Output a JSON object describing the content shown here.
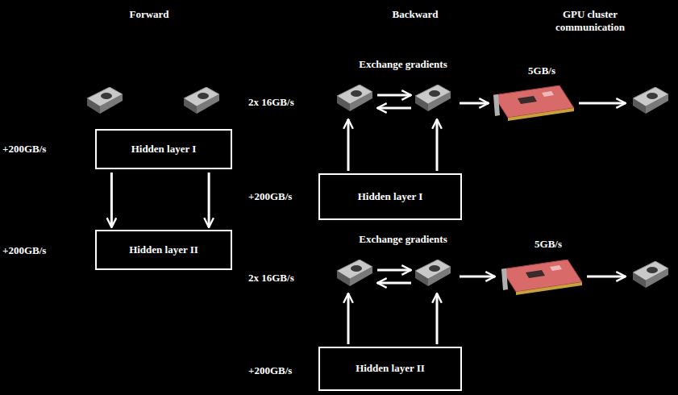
{
  "diagram": {
    "nodes": [
      {
        "text": [
          "Hidden layer I"
        ]
      },
      {
        "text": [
          "Hidden layer II"
        ]
      },
      {
        "text": [
          "Hidden layer I"
        ]
      },
      {
        "text": [
          "Hidden layer II"
        ]
      }
    ],
    "edges": [
      {
        "from": 0,
        "to": 1,
        "arrow": "to"
      },
      {
        "from": 0,
        "to": 1,
        "arrow": "to"
      }
    ],
    "labels": [
      "Forward",
      "Backward",
      "GPU cluster communication",
      "+200GB/s",
      "+200GB/s",
      "Exchange gradients",
      "2x 16GB/s",
      "5GB/s",
      "+200GB/s",
      "Exchange gradients",
      "2x 16GB/s",
      "5GB/s",
      "+200GB/s"
    ]
  }
}
